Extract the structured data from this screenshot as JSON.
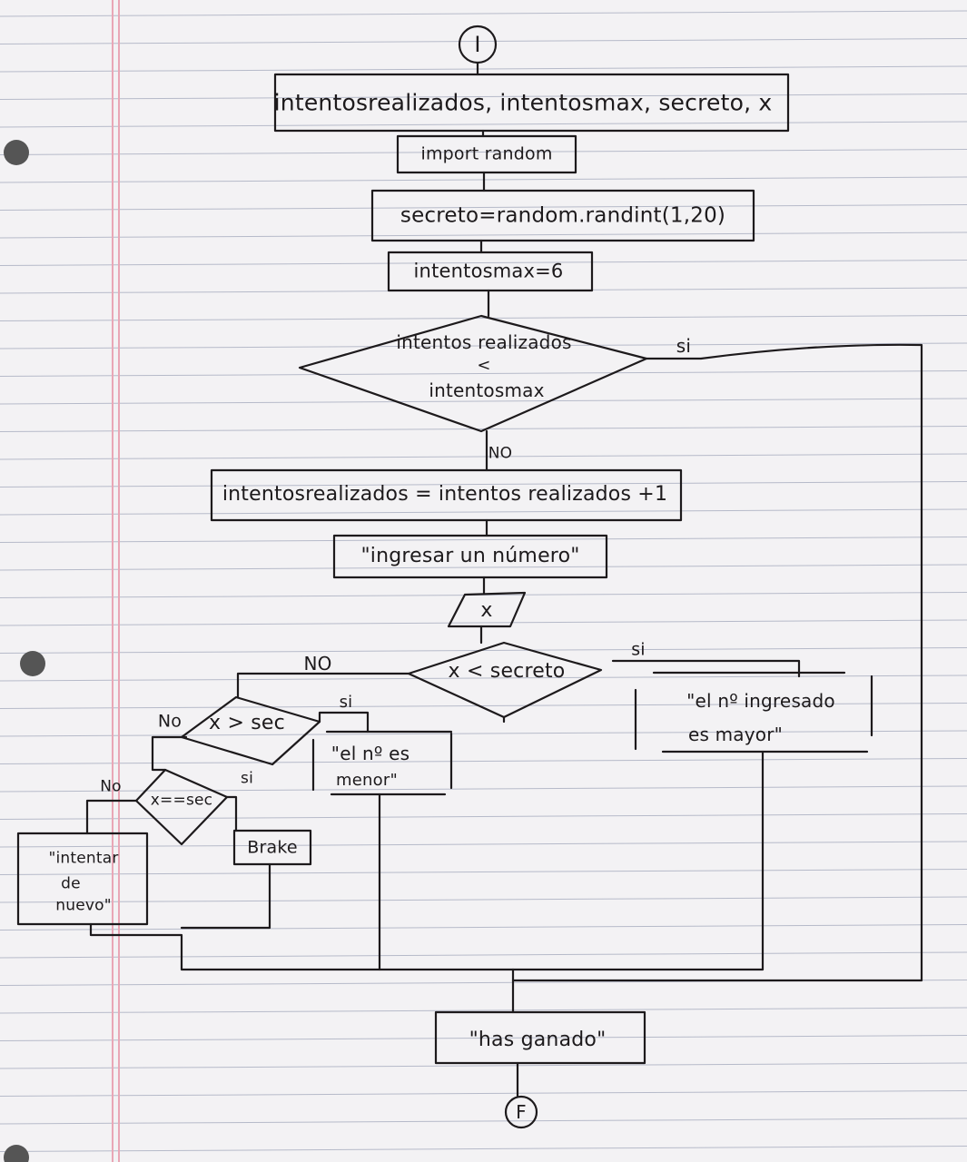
{
  "colors": {
    "paper": "#f3f2f4",
    "ink": "#1d1a1c",
    "rule": "#b6bac9",
    "margin": "#e9a7b6",
    "holes": "#555555"
  },
  "start_label": "I",
  "declare_label": "intentosrealizados, intentosmax, secreto, x",
  "import_label": "import random",
  "secreto_label": "secreto=random.randint(1,20)",
  "max_label": "intentosmax=6",
  "loop_cond": {
    "line1": "intentos realizados",
    "line2": "<",
    "line3": "intentosmax",
    "yes": "si",
    "no": "NO"
  },
  "increment_label": "intentosrealizados = intentos realizados +1",
  "prompt_label": "\"ingresar un número\"",
  "input_label": "x",
  "cond_less": {
    "text": "x < secreto",
    "yes": "si",
    "no": "NO"
  },
  "msg_mayor": {
    "line1": "\"el nº ingresado",
    "line2": "es mayor\""
  },
  "cond_greater": {
    "text": "x > sec",
    "yes": "si",
    "no": "No"
  },
  "msg_menor": {
    "line1": "\"el nº es",
    "line2": "menor\""
  },
  "cond_equal": {
    "text": "x==sec",
    "yes": "si",
    "no": "No"
  },
  "break_label": "Brake",
  "retry_msg": {
    "line1": "\"intentar",
    "line2": "de",
    "line3": "nuevo\""
  },
  "win_label": "\"has ganado\"",
  "end_label": "F"
}
